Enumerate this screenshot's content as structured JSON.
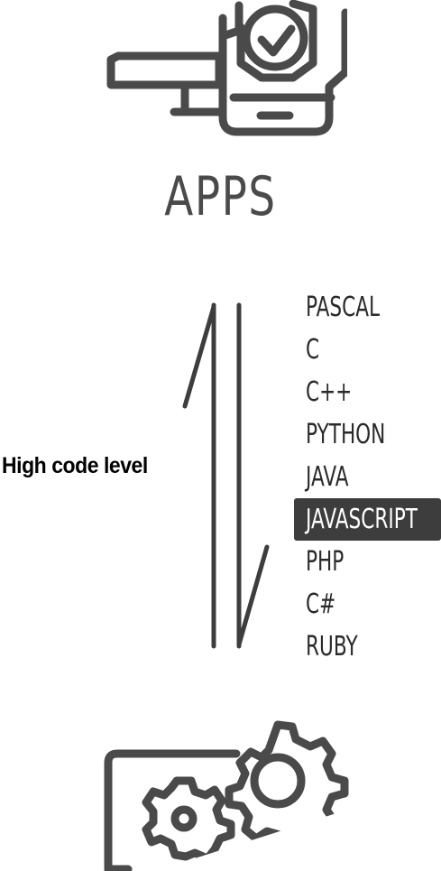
{
  "top": {
    "title": "APPS",
    "icon": "desktop-mobile-check-icon"
  },
  "side_label": "High code level",
  "languages": [
    {
      "label": "PASCAL",
      "highlighted": false
    },
    {
      "label": "C",
      "highlighted": false
    },
    {
      "label": "C++",
      "highlighted": false
    },
    {
      "label": "PYTHON",
      "highlighted": false
    },
    {
      "label": "JAVA",
      "highlighted": false
    },
    {
      "label": "JAVASCRIPT",
      "highlighted": true
    },
    {
      "label": "PHP",
      "highlighted": false
    },
    {
      "label": "C#",
      "highlighted": false
    },
    {
      "label": "RUBY",
      "highlighted": false
    }
  ],
  "bottom": {
    "icon": "gears-icon"
  },
  "colors": {
    "icon_stroke": "#4a4a4a",
    "highlight_bg": "#3d3d3d",
    "highlight_text": "#ffffff"
  }
}
